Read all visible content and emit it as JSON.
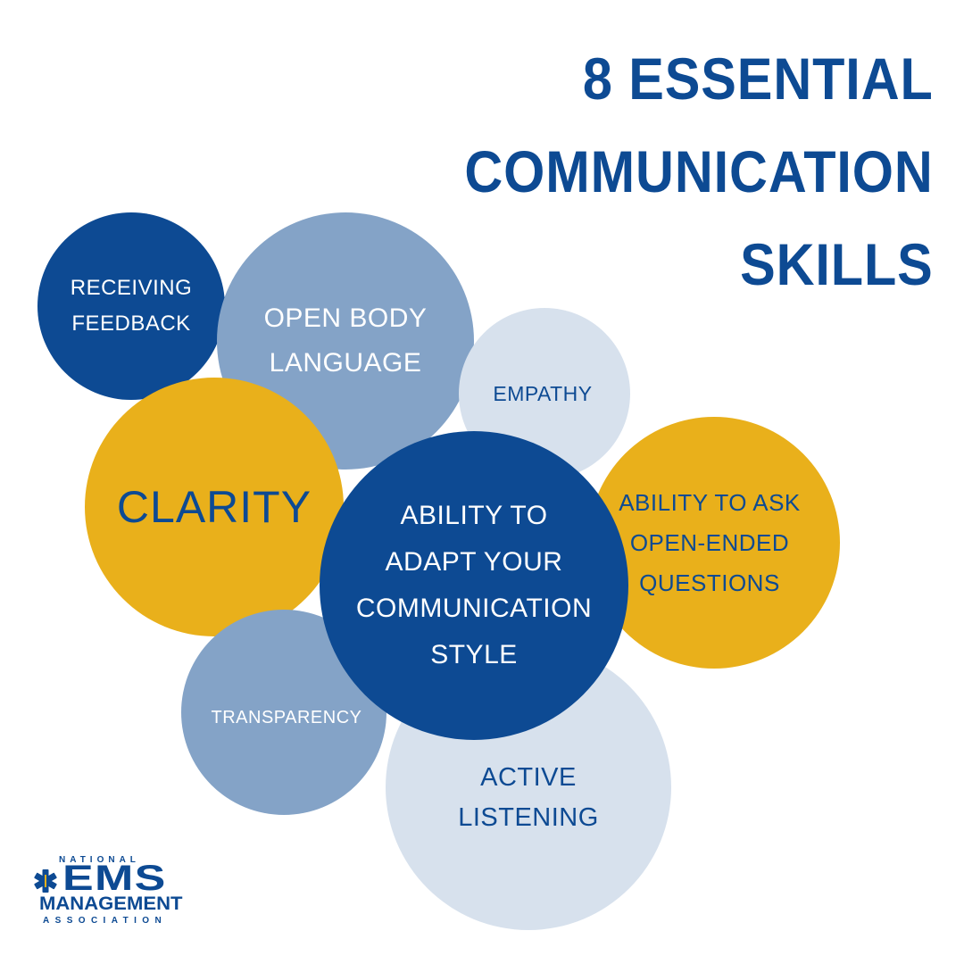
{
  "title": {
    "lines": [
      "8 ESSENTIAL",
      "COMMUNICATION",
      "SKILLS"
    ]
  },
  "skills": {
    "receiving_feedback": [
      "RECEIVING",
      "FEEDBACK"
    ],
    "open_body_language": [
      "OPEN BODY",
      "LANGUAGE"
    ],
    "empathy": [
      "EMPATHY"
    ],
    "clarity": [
      "CLARITY"
    ],
    "adapt_style": [
      "ABILITY TO",
      "ADAPT YOUR",
      "COMMUNICATION",
      "STYLE"
    ],
    "open_ended_questions": [
      "ABILITY TO ASK",
      "OPEN-ENDED",
      "QUESTIONS"
    ],
    "transparency": [
      "TRANSPARENCY"
    ],
    "active_listening": [
      "ACTIVE",
      "LISTENING"
    ]
  },
  "logo": {
    "top": "NATIONAL",
    "main": "EMS",
    "middle": "MANAGEMENT",
    "bottom": "ASSOCIATION"
  },
  "colors": {
    "navy": "#0d4a93",
    "mid_blue": "#84a3c7",
    "pale_blue": "#d7e1ed",
    "gold": "#e9b01b",
    "background": "#ffffff"
  }
}
